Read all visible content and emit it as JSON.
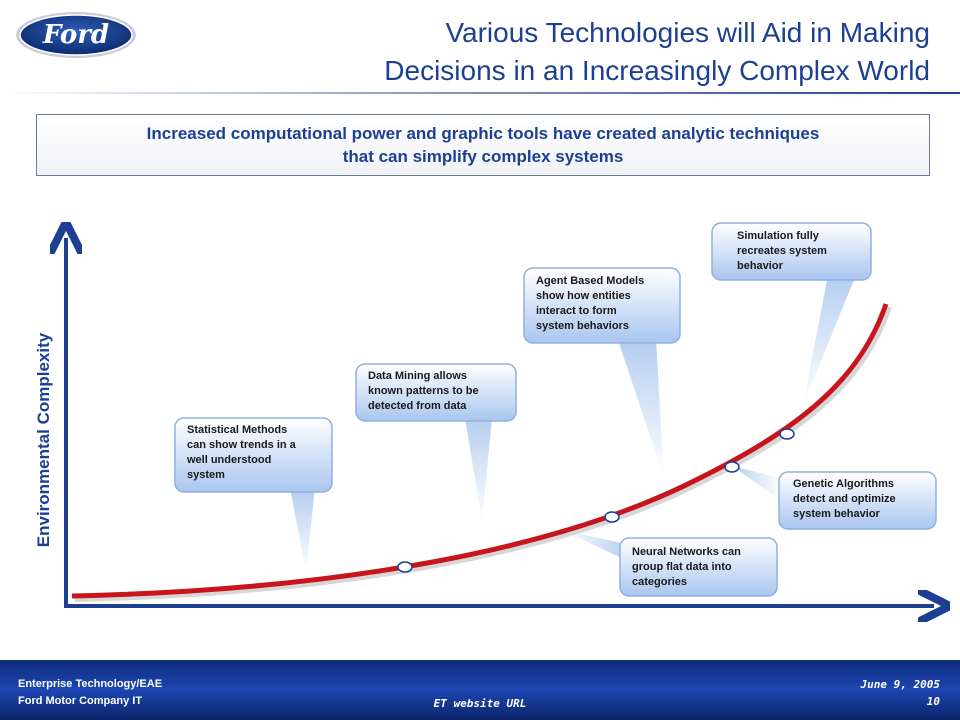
{
  "header": {
    "logo_text": "Ford",
    "title_line1": "Various Technologies will Aid in Making",
    "title_line2": "Decisions in an Increasingly Complex World"
  },
  "subtitle": {
    "line1": "Increased computational power and graphic tools have created analytic techniques",
    "line2": "that can simplify complex systems"
  },
  "diagram": {
    "y_axis_label": "Environmental Complexity",
    "callouts": {
      "statistical": [
        "Statistical Methods",
        "can show trends in a",
        "well understood",
        "system"
      ],
      "data_mining": [
        "Data Mining allows",
        "known patterns to be",
        "detected from data"
      ],
      "agent_based": [
        "Agent Based Models",
        "show how entities",
        "interact to form",
        "system behaviors"
      ],
      "simulation": [
        "Simulation fully",
        "recreates system",
        "behavior"
      ],
      "genetic": [
        "Genetic Algorithms",
        "detect and optimize",
        "system behavior"
      ],
      "neural": [
        "Neural Networks can",
        "group flat data into",
        "categories"
      ]
    },
    "colors": {
      "axis": "#1c3f94",
      "curve": "#c8141c",
      "callout_gradient_top": "#ffffff",
      "callout_gradient_bottom": "#a9c6ef"
    }
  },
  "footer": {
    "dept": "Enterprise Technology/EAE",
    "company": "Ford Motor Company IT",
    "center": "ET website URL",
    "date": "June 9, 2005",
    "page": "10"
  }
}
